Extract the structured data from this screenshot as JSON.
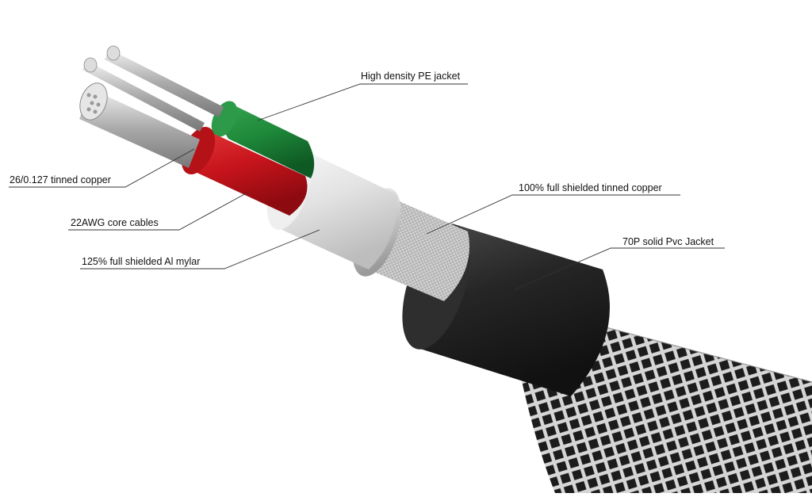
{
  "labels": {
    "pe_jacket": "High density PE jacket",
    "tinned_copper": "26/0.127 tinned copper",
    "core_cables": "22AWG core cables",
    "al_mylar": "125% full shielded Al mylar",
    "full_shield": "100% full shielded tinned copper",
    "pvc_jacket": "70P solid Pvc Jacket"
  },
  "colors": {
    "background": "#ffffff",
    "pe_green": "#1e8a3a",
    "pe_red": "#c8141c",
    "pvc_black": "#222222",
    "braid_silver": "#c9c9c9",
    "mylar_silver": "#e6e6e6",
    "leader_line": "#333333"
  }
}
